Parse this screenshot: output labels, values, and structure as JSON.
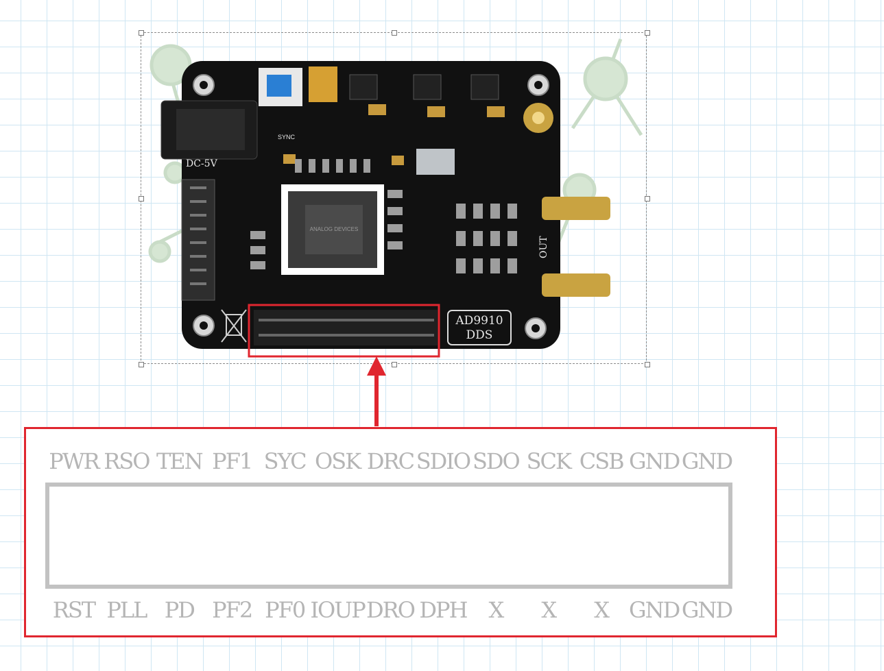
{
  "board": {
    "power_label": "DC-5V",
    "sync_label": "SYNC",
    "out_label": "OUT",
    "chip_marking": "ANALOG DEVICES",
    "badge_line1": "AD9910",
    "badge_line2": "DDS"
  },
  "colors": {
    "callout": "#e0262f",
    "pin_text": "#b5b5b5",
    "grid": "#cfe6f3",
    "pcb": "#111111"
  },
  "pin_header": {
    "top_row": [
      "PWR",
      "RSO",
      "TEN",
      "PF1",
      "SYC",
      "OSK",
      "DRC",
      "SDIO",
      "SDO",
      "SCK",
      "CSB",
      "GND",
      "GND"
    ],
    "bottom_row": [
      "RST",
      "PLL",
      "PD",
      "PF2",
      "PF0",
      "IOUP",
      "DRO",
      "DPH",
      "X",
      "X",
      "X",
      "GND",
      "GND"
    ]
  }
}
